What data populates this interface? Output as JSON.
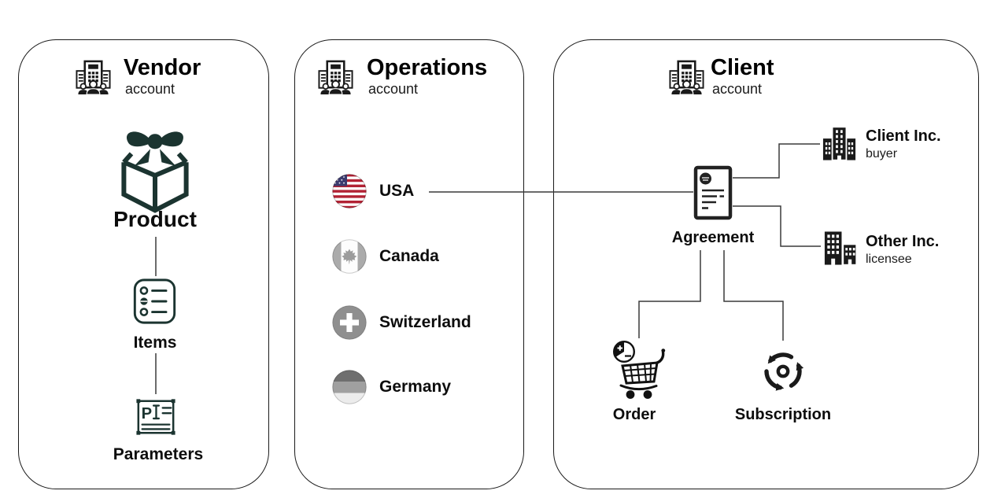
{
  "panels": {
    "vendor": {
      "title": "Vendor",
      "subtitle": "account",
      "icon": "company-icon"
    },
    "operations": {
      "title": "Operations",
      "subtitle": "account",
      "icon": "company-icon"
    },
    "client": {
      "title": "Client",
      "subtitle": "account",
      "icon": "company-icon"
    }
  },
  "vendor": {
    "product": {
      "label": "Product",
      "icon": "gift-box-icon"
    },
    "items": {
      "label": "Items",
      "icon": "bullet-list-icon"
    },
    "parameters": {
      "label": "Parameters",
      "icon": "parameters-form-icon"
    }
  },
  "operations": {
    "countries": [
      {
        "name": "USA",
        "icon": "usa-flag-icon",
        "colored": true
      },
      {
        "name": "Canada",
        "icon": "canada-flag-icon",
        "colored": false
      },
      {
        "name": "Switzerland",
        "icon": "switzerland-flag-icon",
        "colored": false
      },
      {
        "name": "Germany",
        "icon": "germany-flag-icon",
        "colored": false
      }
    ]
  },
  "client": {
    "agreement": {
      "label": "Agreement",
      "icon": "agreement-document-icon"
    },
    "buyer": {
      "name": "Client Inc.",
      "role": "buyer",
      "icon": "office-building-icon"
    },
    "licensee": {
      "name": "Other Inc.",
      "role": "licensee",
      "icon": "two-buildings-icon"
    },
    "order": {
      "label": "Order",
      "icon": "shopping-cart-icon"
    },
    "subscription": {
      "label": "Subscription",
      "icon": "cycle-arrows-icon"
    }
  },
  "colors": {
    "panel_border": "#1a1a1a",
    "vendor_icon_teal": "#1b3430",
    "dark_icon": "#1a1a1a",
    "connector": "#3a3a3a",
    "usa_red": "#b22234",
    "usa_blue": "#3c3b6e",
    "inactive_flag_gray": "#9c9c9c"
  }
}
